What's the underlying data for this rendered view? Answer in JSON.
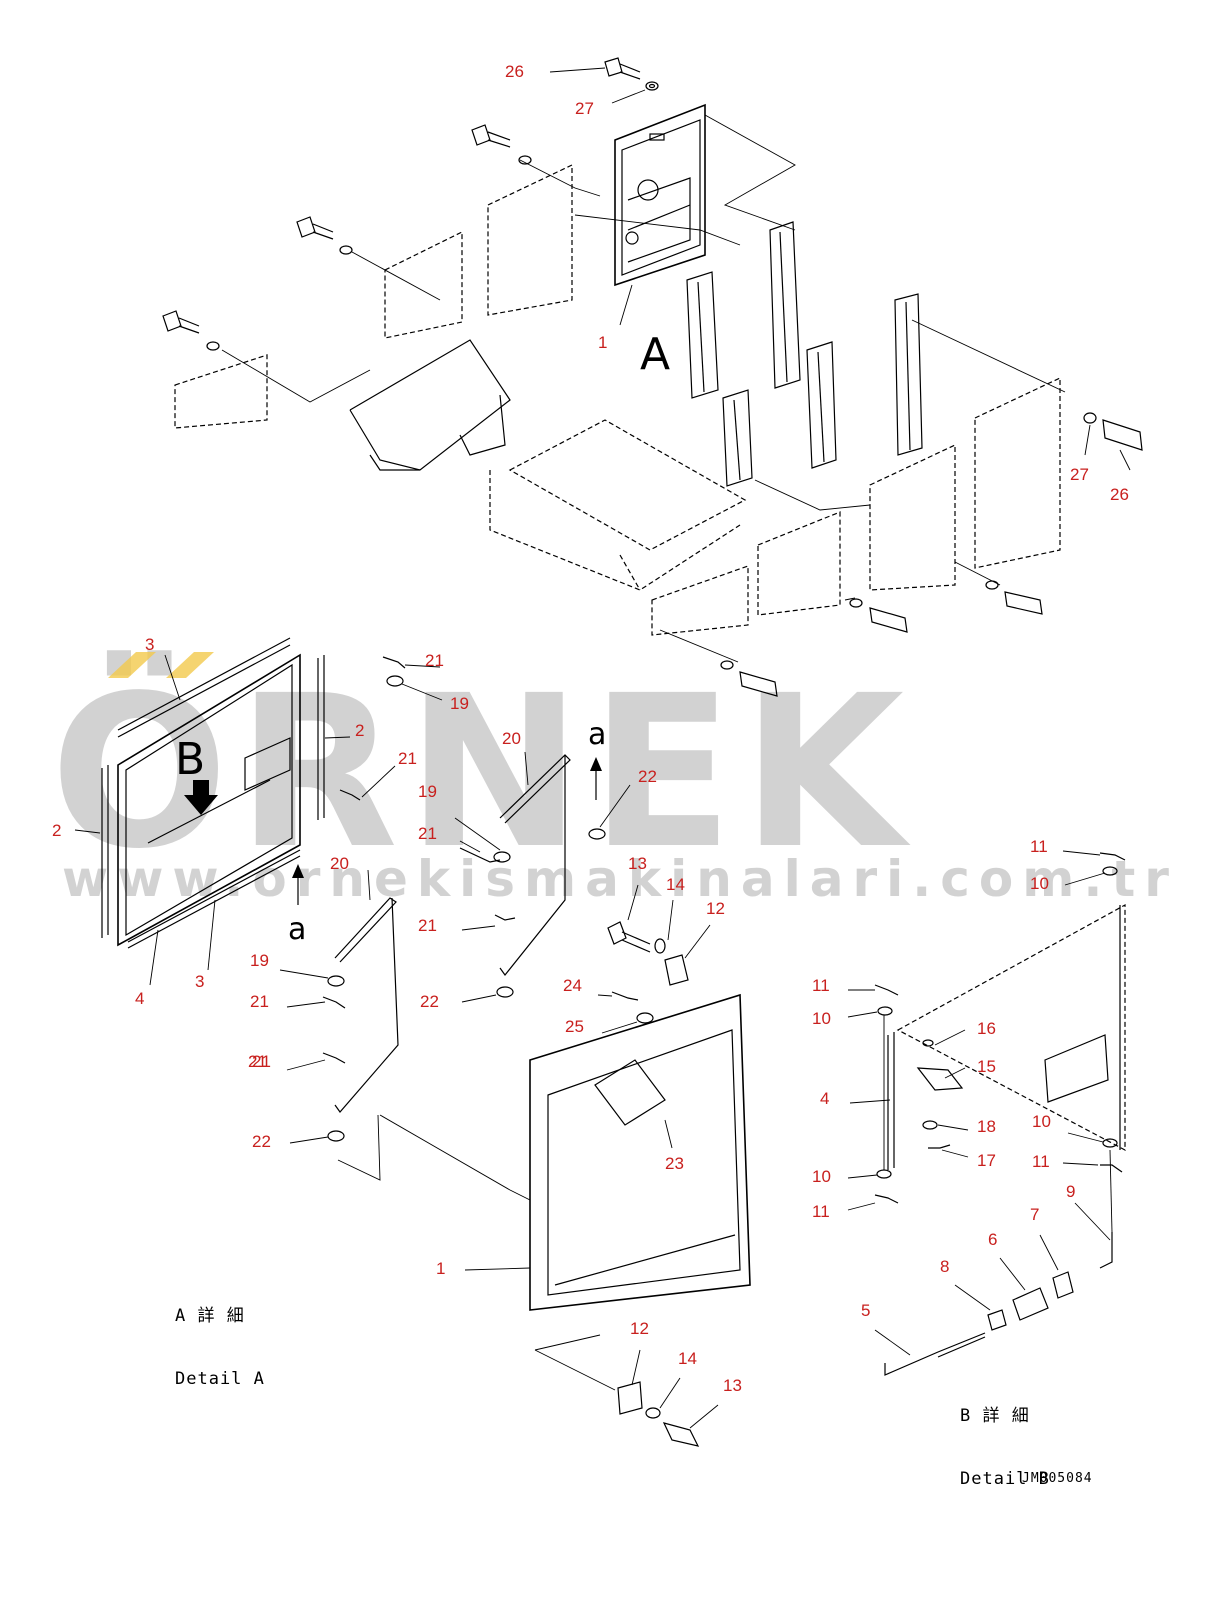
{
  "watermark": {
    "brand": "ÖRNEK",
    "url": "www.ornekismakinalari.com.tr"
  },
  "view_letters": {
    "view_a": "A",
    "detail_b": "B",
    "arrow_a1": "a",
    "arrow_a2": "a"
  },
  "callouts": [
    "26",
    "27",
    "1",
    "27",
    "26",
    "3",
    "2",
    "2",
    "3",
    "4",
    "21",
    "19",
    "21",
    "20",
    "19",
    "21",
    "22",
    "20",
    "19",
    "21",
    "21",
    "21",
    "22",
    "13",
    "14",
    "12",
    "21",
    "24",
    "25",
    "22",
    "23",
    "1",
    "12",
    "14",
    "13",
    "11",
    "10",
    "11",
    "10",
    "16",
    "15",
    "4",
    "18",
    "10",
    "17",
    "11",
    "10",
    "11",
    "9",
    "7",
    "6",
    "8",
    "5"
  ],
  "detail_a": {
    "jp": "A 詳 細",
    "en": "Detail A"
  },
  "detail_b": {
    "jp": "B 詳 細",
    "en": "Detail B"
  },
  "drawing_code": "JM005084",
  "colors": {
    "callout": "#c8201e",
    "line": "#000000",
    "watermark": "#c4c4c4",
    "watermark_accent": "#f2c94c"
  }
}
